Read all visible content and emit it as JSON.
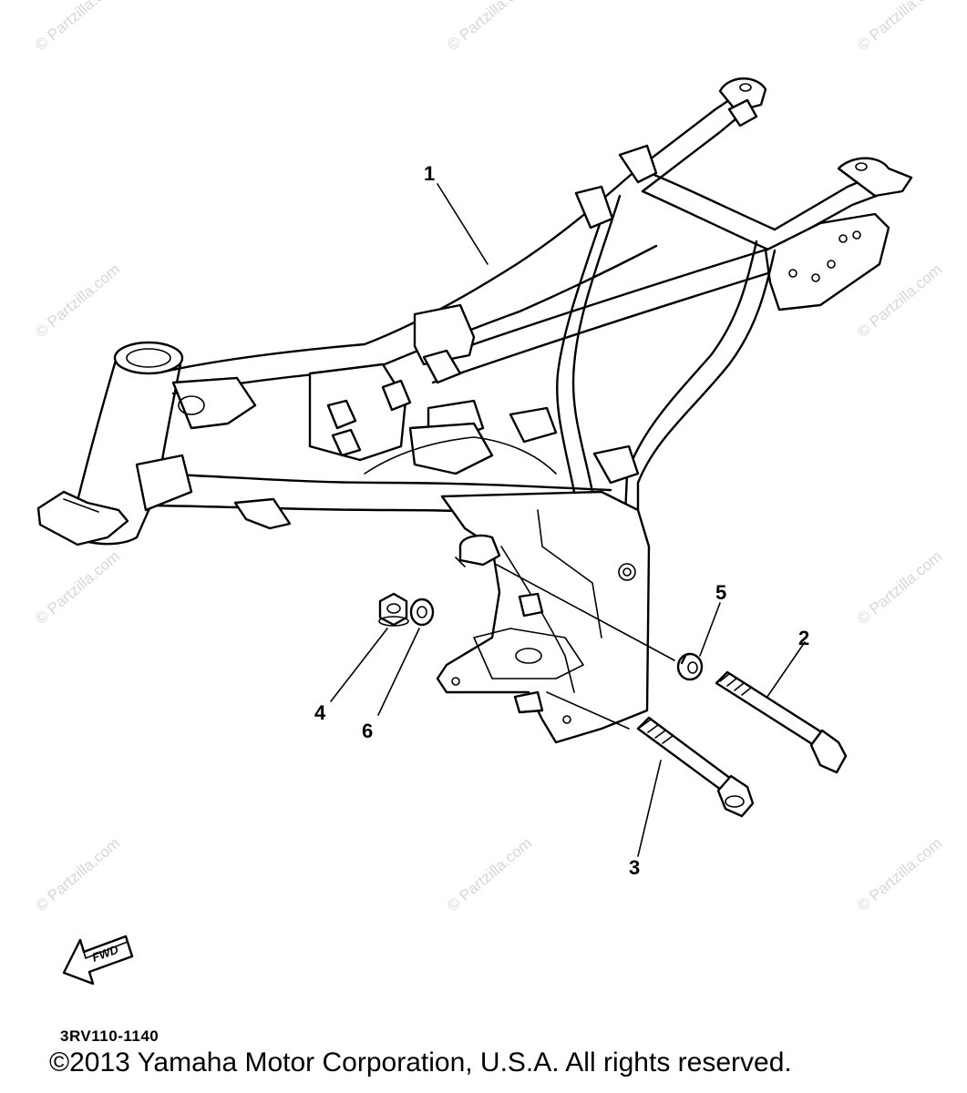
{
  "watermark": "© Partzilla.com",
  "callouts": [
    {
      "id": "1",
      "label": "1"
    },
    {
      "id": "2",
      "label": "2"
    },
    {
      "id": "3",
      "label": "3"
    },
    {
      "id": "4",
      "label": "4"
    },
    {
      "id": "5",
      "label": "5"
    },
    {
      "id": "6",
      "label": "6"
    }
  ],
  "fwd_label": "FWD",
  "diagram_code": "3RV110-1140",
  "copyright": "©2013  Yamaha Motor Corporation, U.S.A. All rights reserved."
}
